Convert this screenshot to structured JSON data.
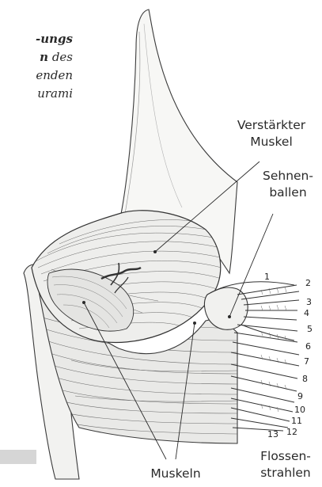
{
  "caption": {
    "line1": "ungs-",
    "line2_bold": "n",
    "line2_rest": " des",
    "line3": "enden",
    "line4": "urami"
  },
  "labels": {
    "reinforced_muscle_line1": "Verstärkter",
    "reinforced_muscle_line2": "Muskel",
    "tendon_ball_line1": "Sehnen-",
    "tendon_ball_line2": "ballen",
    "muscles": "Muskeln",
    "fin_rays_line1": "Flossen-",
    "fin_rays_line2": "strahlen"
  },
  "ray_numbers": [
    "1",
    "2",
    "3",
    "4",
    "5",
    "6",
    "7",
    "8",
    "9",
    "10",
    "11",
    "12",
    "13"
  ],
  "colors": {
    "ink": "#2a2a2a",
    "paper": "#ffffff",
    "gray_box": "#d6d6d6"
  }
}
